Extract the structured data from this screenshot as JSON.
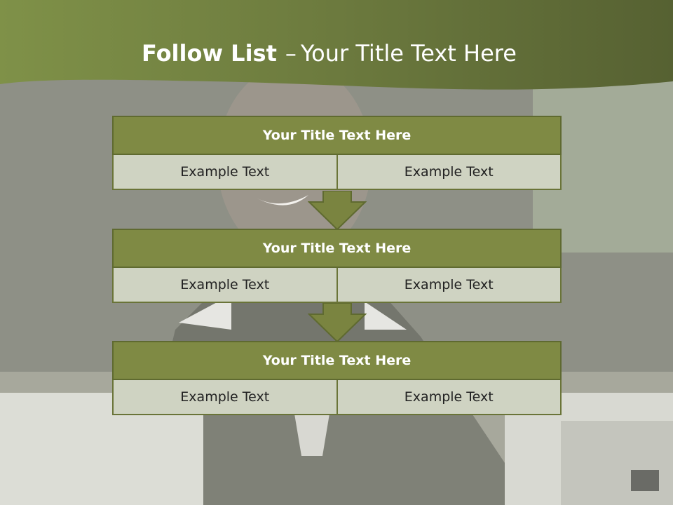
{
  "slide": {
    "title_bold": "Follow List",
    "title_separator": "–",
    "title_rest": "Your Title Text Here"
  },
  "blocks": [
    {
      "title": "Your Title Text Here",
      "left": "Example Text",
      "right": "Example Text"
    },
    {
      "title": "Your Title Text Here",
      "left": "Example Text",
      "right": "Example Text"
    },
    {
      "title": "Your Title Text Here",
      "left": "Example Text",
      "right": "Example Text"
    }
  ],
  "colors": {
    "header_green": "#7a8840",
    "block_title_fill": "#7f8a44",
    "cell_fill": "#cfd3c2",
    "arrow_fill": "#7a8440"
  }
}
